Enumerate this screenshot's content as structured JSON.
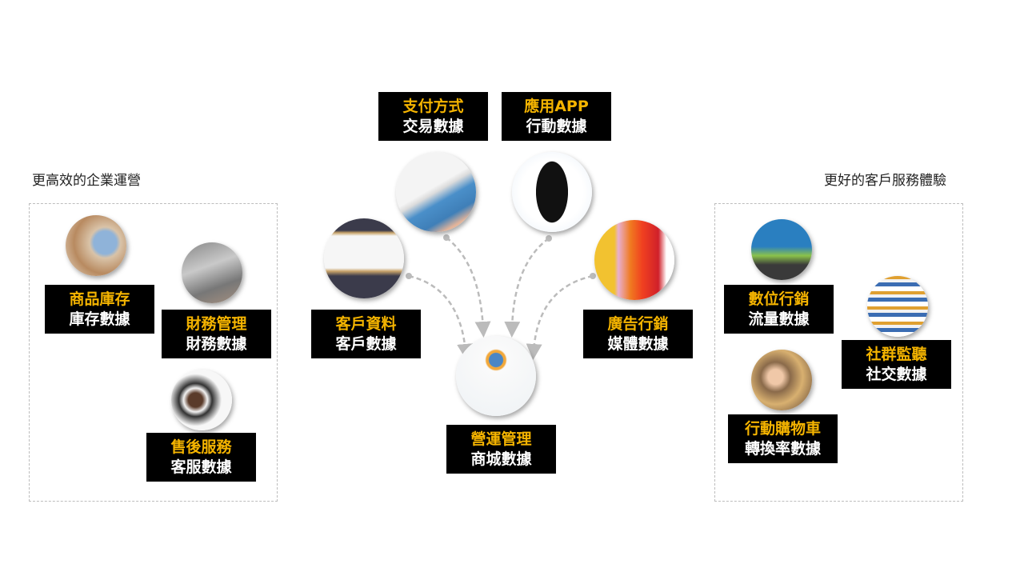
{
  "left": {
    "title": "更高效的企業運營",
    "items": [
      {
        "line1": "商品庫存",
        "line2": "庫存數據"
      },
      {
        "line1": "財務管理",
        "line2": "財務數據"
      },
      {
        "line1": "售後服務",
        "line2": "客服數據"
      }
    ]
  },
  "center": {
    "items": [
      {
        "line1": "支付方式",
        "line2": "交易數據"
      },
      {
        "line1": "應用APP",
        "line2": "行動數據"
      },
      {
        "line1": "客戶資料",
        "line2": "客戶數據"
      },
      {
        "line1": "廣告行銷",
        "line2": "媒體數據"
      },
      {
        "line1": "營運管理",
        "line2": "商城數據"
      }
    ]
  },
  "right": {
    "title": "更好的客戶服務體驗",
    "items": [
      {
        "line1": "數位行銷",
        "line2": "流量數據"
      },
      {
        "line1": "社群監聽",
        "line2": "社交數據"
      },
      {
        "line1": "行動購物車",
        "line2": "轉換率數據"
      }
    ]
  },
  "colors": {
    "highlight": "#f5b400",
    "label_bg": "#000000"
  }
}
